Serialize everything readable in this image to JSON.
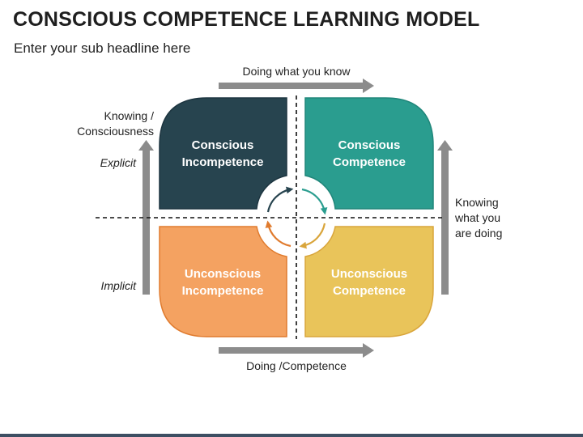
{
  "header": {
    "title": "CONSCIOUS COMPETENCE LEARNING MODEL",
    "subtitle": "Enter your sub headline here"
  },
  "axes": {
    "top": "Doing what you know",
    "bottom": "Doing /Competence",
    "left_top_line1": "Knowing /",
    "left_top_line2": "Consciousness",
    "left_explicit": "Explicit",
    "left_implicit": "Implicit",
    "right_line1": "Knowing",
    "right_line2": "what you",
    "right_line3": "are doing"
  },
  "quadrants": [
    {
      "line1": "Conscious",
      "line2": "Incompetence",
      "color": "#27444f"
    },
    {
      "line1": "Conscious",
      "line2": "Competence",
      "color": "#2a9d8f"
    },
    {
      "line1": "Unconscious",
      "line2": "Incompetence",
      "color": "#f4a261"
    },
    {
      "line1": "Unconscious",
      "line2": "Competence",
      "color": "#e9c45a"
    }
  ],
  "colors": {
    "arrow": "#8c8c8c",
    "footer": "#3d4f63"
  },
  "icons": [
    "cycle-arrows-icon",
    "arrow-right-icon",
    "arrow-up-icon"
  ]
}
